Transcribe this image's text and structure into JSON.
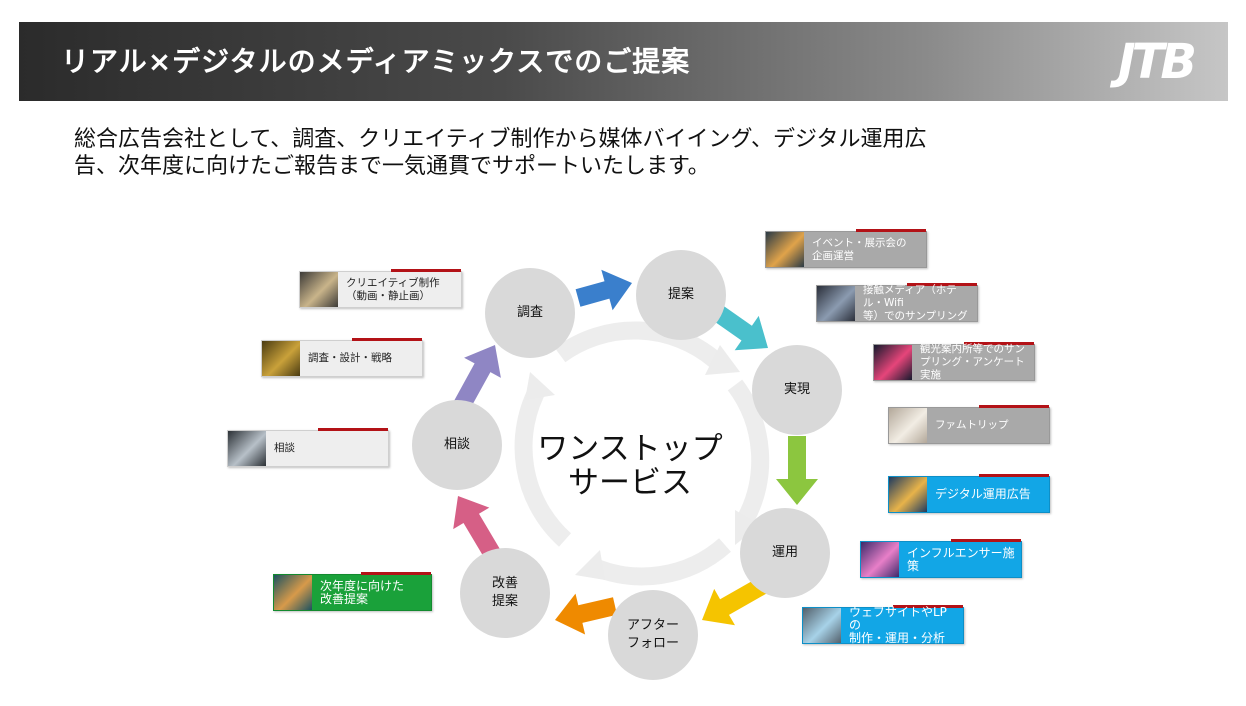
{
  "header": {
    "title": "リアル×デジタルのメディアミックスでのご提案",
    "logo": "JTB"
  },
  "intro": "総合広告会社として、調査、クリエイティブ制作から媒体バイイング、デジタル運用広告、次年度に向けたご報告まで一気通貫でサポートいたします。",
  "cycle": {
    "center": "ワンストップ\nサービス",
    "nodes": [
      {
        "id": "chosa",
        "label": "調査"
      },
      {
        "id": "teian",
        "label": "提案"
      },
      {
        "id": "jitsugen",
        "label": "実現"
      },
      {
        "id": "unyo",
        "label": "運用"
      },
      {
        "id": "after",
        "label": "アフター\nフォロー"
      },
      {
        "id": "kaizen",
        "label": "改善\n提案"
      },
      {
        "id": "sodan",
        "label": "相談"
      }
    ],
    "arrow_colors": [
      "#3a7fcc",
      "#4ac0cc",
      "#8cc63f",
      "#f5c400",
      "#ef8a00",
      "#d65f86",
      "#8f86c4"
    ]
  },
  "cards": [
    {
      "id": "creative",
      "text": "クリエイティブ制作\n（動画・静止画）",
      "style": "light",
      "thumb_colors": [
        "#3d3b38",
        "#c9b48a"
      ]
    },
    {
      "id": "research",
      "text": "調査・設計・戦略",
      "style": "light",
      "thumb_colors": [
        "#4a3b12",
        "#c9a13a"
      ]
    },
    {
      "id": "consult",
      "text": "相談",
      "style": "light",
      "thumb_colors": [
        "#2c3136",
        "#b7c0c8"
      ]
    },
    {
      "id": "next-year",
      "text": "次年度に向けた\n改善提案",
      "style": "green",
      "thumb_colors": [
        "#1c5260",
        "#d79a4a"
      ]
    },
    {
      "id": "event",
      "text": "イベント・展示会の\n企画運営",
      "style": "gray",
      "thumb_colors": [
        "#2a3a46",
        "#e0a34a"
      ]
    },
    {
      "id": "media",
      "text": "接触メディア（ホテル・Wifi\n等）でのサンプリング",
      "style": "gray",
      "thumb_colors": [
        "#2b2f3a",
        "#8b9bb0"
      ]
    },
    {
      "id": "tourist",
      "text": "観光案内所等でのサン\nプリング・アンケート実施",
      "style": "gray",
      "thumb_colors": [
        "#151a2e",
        "#e6457a"
      ]
    },
    {
      "id": "famtrip",
      "text": "ファムトリップ",
      "style": "gray",
      "thumb_colors": [
        "#b3a89a",
        "#f2ede4"
      ]
    },
    {
      "id": "digital-ads",
      "text": "デジタル運用広告",
      "style": "blue",
      "thumb_colors": [
        "#1e3a5f",
        "#e8b34a"
      ]
    },
    {
      "id": "influencer",
      "text": "インフルエンサー施策",
      "style": "blue",
      "thumb_colors": [
        "#3c2a6a",
        "#e87fc8"
      ]
    },
    {
      "id": "website",
      "text": "ウェブサイトやLPの\n制作・運用・分析",
      "style": "blue",
      "thumb_colors": [
        "#53606b",
        "#a7d2e8"
      ]
    }
  ]
}
